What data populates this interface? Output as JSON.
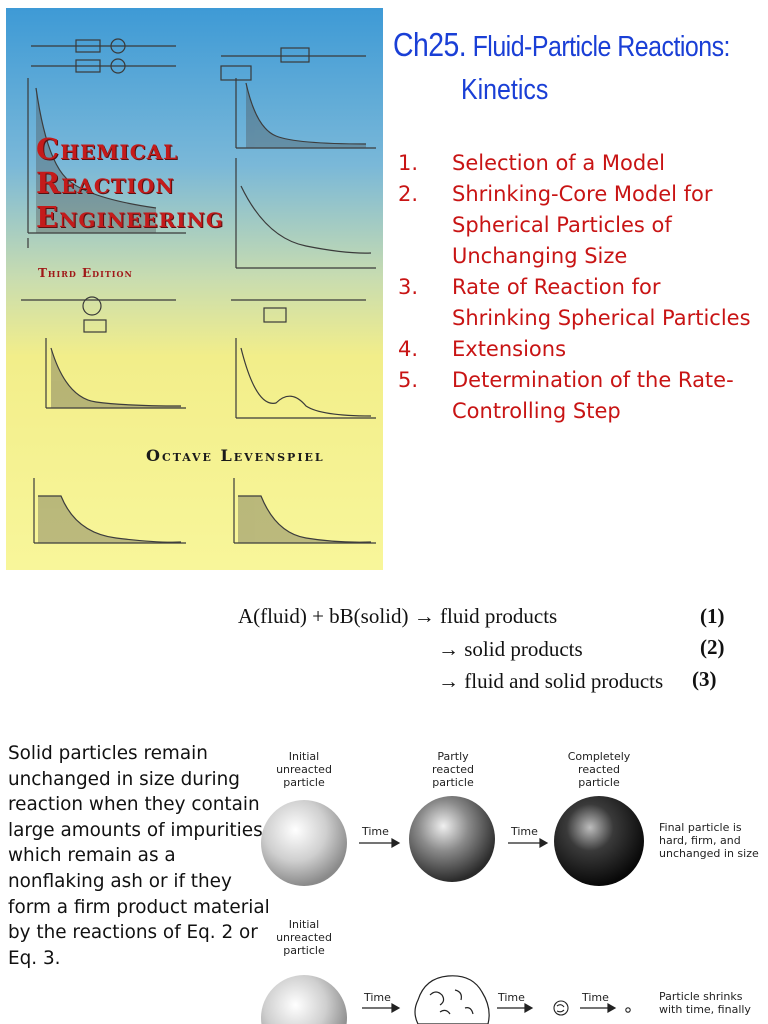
{
  "cover": {
    "title_line1": "Chemical",
    "title_line2": "Reaction",
    "title_line3": "Engineering",
    "edition": "Third Edition",
    "author": "Octave Levenspiel"
  },
  "heading": {
    "chapter": "Ch25.",
    "title": "Fluid-Particle Reactions:",
    "subtitle": "Kinetics"
  },
  "toc": [
    {
      "num": "1.",
      "text": "Selection of a Model"
    },
    {
      "num": "2.",
      "text": "Shrinking-Core Model for Spherical Particles of Unchanging Size"
    },
    {
      "num": "3.",
      "text": "Rate of Reaction for Shrinking Spherical Particles"
    },
    {
      "num": "4.",
      "text": "Extensions"
    },
    {
      "num": "5.",
      "text": "Determination of the Rate-Controlling Step"
    }
  ],
  "equations": {
    "eq1_text": "A(fluid) + bB(solid) → fluid products",
    "eq1_num": "(1)",
    "eq2_text": "→ solid products",
    "eq2_num": "(2)",
    "eq3_text": "→ fluid and solid products",
    "eq3_num": "(3)"
  },
  "paragraph": "Solid particles remain unchanged in size during reaction when they contain large amounts of impurities which remain as a nonflaking ash or if they form a firm product material by the reactions of Eq. 2 or Eq. 3.",
  "diagram": {
    "row1_label1": "Initial\nunreacted\nparticle",
    "row1_label2": "Partly\nreacted\nparticle",
    "row1_label3": "Completely\nreacted\nparticle",
    "row1_note": "Final particle is\nhard, firm, and\nunchanged in size",
    "row2_label1": "Initial\nunreacted\nparticle",
    "row2_note": "Particle shrinks\nwith time, finally",
    "arrow_label": "Time"
  },
  "colors": {
    "heading": "#1a3fd6",
    "list": "#c81414",
    "cover_title": "#c41b1b"
  }
}
